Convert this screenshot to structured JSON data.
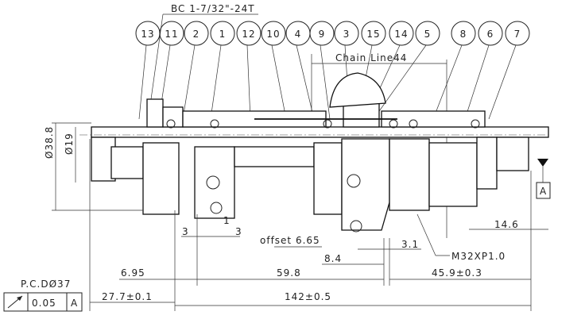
{
  "title_note": "BC 1-7/32\"-24T",
  "chain_line": "Chain Line44",
  "balloons": [
    "13",
    "11",
    "2",
    "1",
    "12",
    "10",
    "4",
    "9",
    "3",
    "15",
    "14",
    "5",
    "8",
    "6",
    "7"
  ],
  "diameters": {
    "outer": "Ø38.8",
    "inner": "Ø19"
  },
  "datum": "A",
  "dimensions": {
    "d3_left": "3",
    "d1": "1",
    "d3_right": "3",
    "offset": "offset 6.65",
    "d8_4": "8.4",
    "d3_1": "3.1",
    "d14_6": "14.6",
    "thread": "M32XP1.0",
    "d6_95": "6.95",
    "d59_8": "59.8",
    "d45_9": "45.9±0.3",
    "d27_7": "27.7±0.1",
    "d142": "142±0.5"
  },
  "tolerance": {
    "pcd": "P.C.DØ37",
    "symbol": "circular-runout",
    "value": "0.05",
    "datum": "A"
  }
}
